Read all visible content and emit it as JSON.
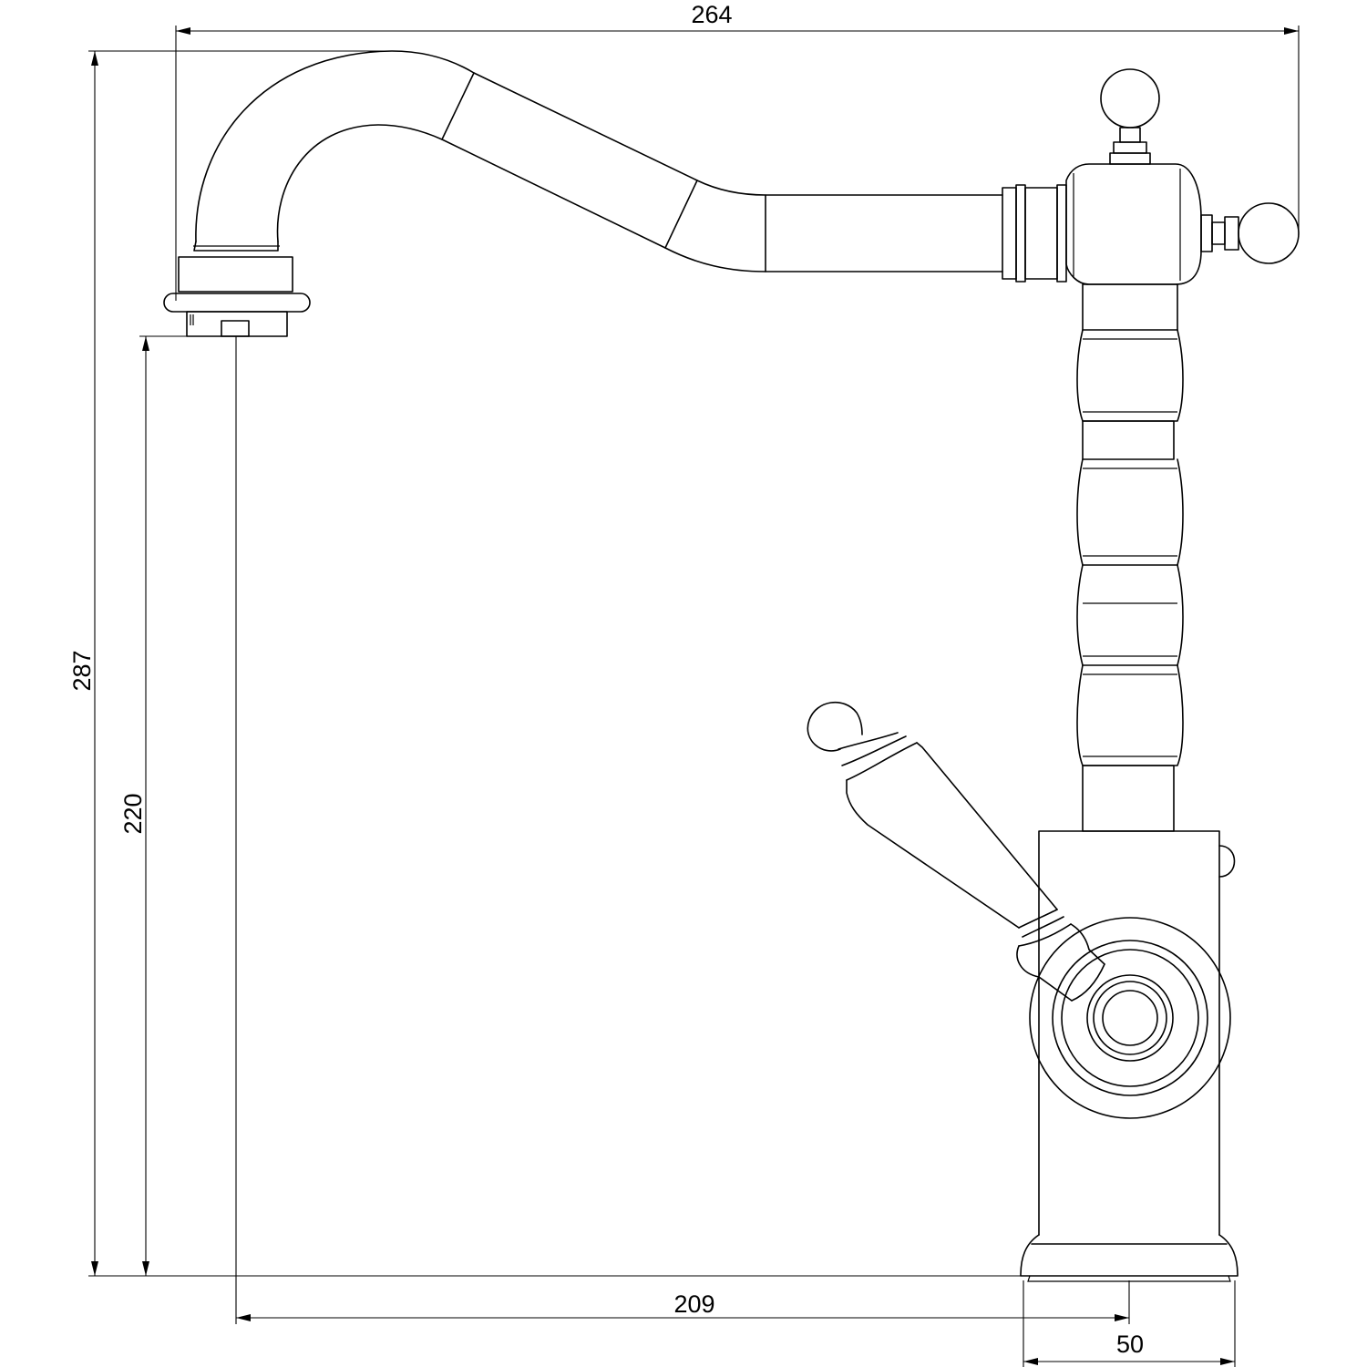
{
  "dimensions": {
    "overall_width": "264",
    "overall_height": "287",
    "spout_height": "220",
    "spout_reach": "209",
    "base_diameter": "50"
  }
}
